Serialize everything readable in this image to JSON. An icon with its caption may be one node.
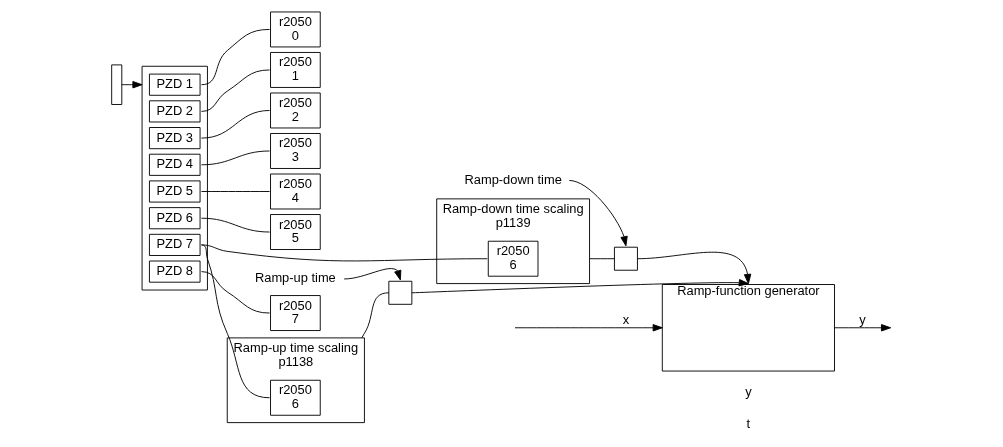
{
  "diagram": {
    "nodes": [
      {
        "text": [],
        "shape": "box"
      },
      {
        "text": [],
        "shape": "box"
      },
      {
        "text": [
          "PZD 1"
        ],
        "in": 1
      },
      {
        "text": [
          "PZD 2"
        ],
        "in": 1
      },
      {
        "text": [
          "PZD 3"
        ],
        "in": 1
      },
      {
        "text": [
          "PZD 4"
        ],
        "in": 1
      },
      {
        "text": [
          "PZD 5"
        ],
        "in": 1
      },
      {
        "text": [
          "PZD 6"
        ],
        "in": 1
      },
      {
        "text": [
          "PZD 7"
        ],
        "in": 1
      },
      {
        "text": [
          "PZD 8"
        ],
        "in": 1
      },
      {
        "text": [
          "r2050",
          "0"
        ]
      },
      {
        "text": [
          "r2050",
          "1"
        ]
      },
      {
        "text": [
          "r2050",
          "2"
        ]
      },
      {
        "text": [
          "r2050",
          "3"
        ]
      },
      {
        "text": [
          "r2050",
          "4"
        ]
      },
      {
        "text": [
          "r2050",
          "5"
        ]
      },
      {
        "text": [
          "r2050",
          "7"
        ]
      },
      {
        "text": [
          "Ramp-up time scaling",
          "p1138"
        ]
      },
      {
        "text": [
          "r2050",
          "6"
        ],
        "in": 17
      },
      {
        "text": [],
        "shape": "box"
      },
      {
        "text": [
          "Ramp-up time"
        ]
      },
      {
        "text": [
          "Ramp-down time scaling",
          "p1139"
        ]
      },
      {
        "text": [
          "r2050",
          "6"
        ],
        "in": 21
      },
      {
        "text": [],
        "shape": "box"
      },
      {
        "text": [
          "Ramp-down time"
        ]
      },
      {
        "text": [
          "Ramp-function generator"
        ]
      }
    ],
    "edges": [
      {
        "from": 0,
        "to": 1,
        "arrow": "to"
      },
      {
        "from": 2,
        "to": 10,
        "arrow": "none"
      },
      {
        "from": 3,
        "to": 11,
        "arrow": "none"
      },
      {
        "from": 4,
        "to": 12,
        "arrow": "none"
      },
      {
        "from": 5,
        "to": 13,
        "arrow": "none"
      },
      {
        "from": 6,
        "to": 14,
        "arrow": "none"
      },
      {
        "from": 7,
        "to": 15,
        "arrow": "none"
      },
      {
        "from": 9,
        "to": 16,
        "arrow": "none"
      },
      {
        "from": 8,
        "to": 18,
        "arrow": "none"
      },
      {
        "from": 8,
        "to": 22,
        "arrow": "none"
      },
      {
        "from": 17,
        "to": 19,
        "arrow": "none"
      },
      {
        "from": 20,
        "to": 19,
        "arrow": "to"
      },
      {
        "from": 19,
        "to": 25,
        "arrow": "to"
      },
      {
        "from": 21,
        "to": 23,
        "arrow": "none"
      },
      {
        "from": 24,
        "to": 23,
        "arrow": "to"
      },
      {
        "from": 23,
        "to": 25,
        "arrow": "to"
      },
      {
        "from": null,
        "to": 25,
        "arrow": "to",
        "label": "x"
      },
      {
        "from": 25,
        "to": null,
        "arrow": "to",
        "label": "y"
      }
    ],
    "labels": [
      "y",
      "t"
    ]
  }
}
